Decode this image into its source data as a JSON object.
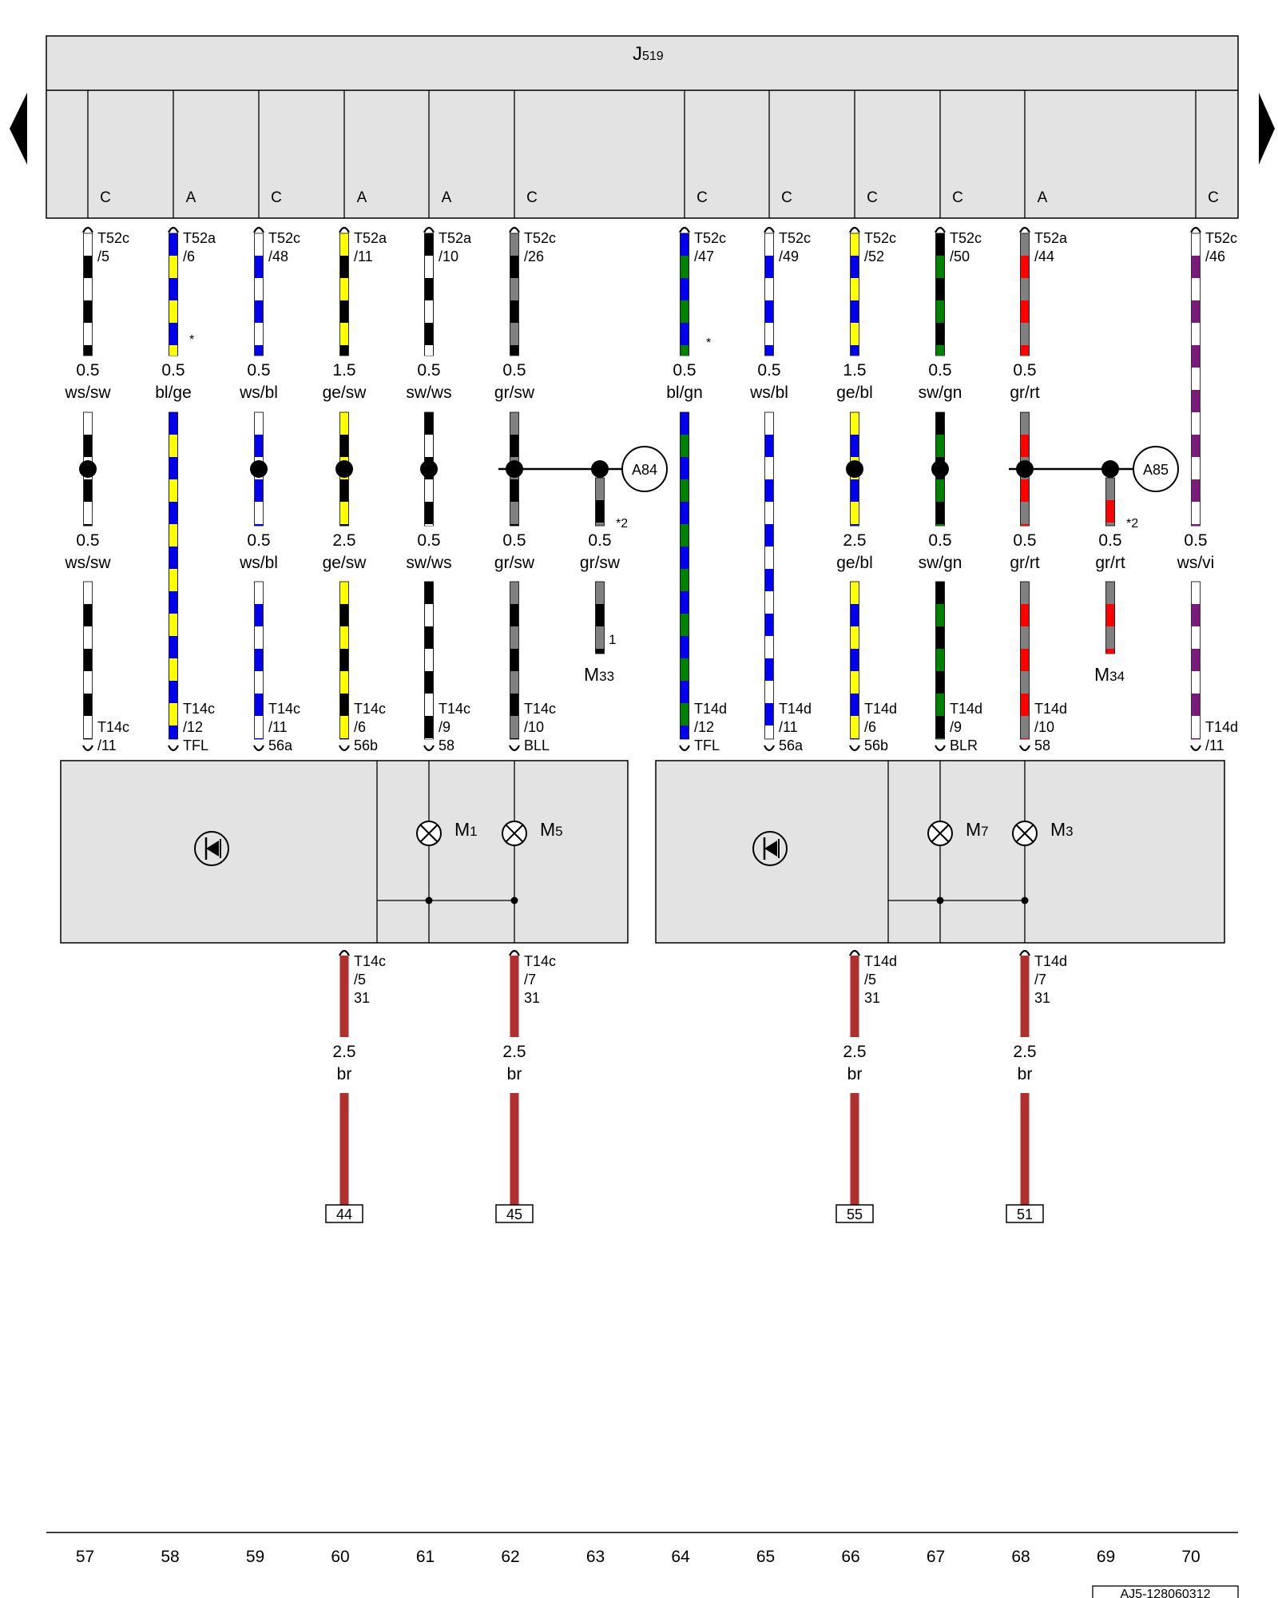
{
  "control_unit": {
    "label_main": "J",
    "label_sub": "519"
  },
  "nav": {
    "prev_icon": "left-triangle-icon",
    "next_icon": "right-triangle-icon"
  },
  "colors": {
    "ws": "#ffffff",
    "sw": "#000000",
    "bl": "#0000ee",
    "ge": "#ffff00",
    "gr": "#808080",
    "gn": "#008000",
    "rt": "#ff0000",
    "vi": "#7a1a7a",
    "br": "#b03030",
    "panel": "#e3e3e3"
  },
  "conn_top": [
    {
      "letter": "C",
      "pin1": "T52c",
      "pin2": "/5"
    },
    {
      "letter": "A",
      "pin1": "T52a",
      "pin2": "/6"
    },
    {
      "letter": "C",
      "pin1": "T52c",
      "pin2": "/48"
    },
    {
      "letter": "A",
      "pin1": "T52a",
      "pin2": "/11"
    },
    {
      "letter": "A",
      "pin1": "T52a",
      "pin2": "/10"
    },
    {
      "letter": "C",
      "pin1": "T52c",
      "pin2": "/26"
    },
    {
      "letter": "C",
      "pin1": "T52c",
      "pin2": "/47"
    },
    {
      "letter": "C",
      "pin1": "T52c",
      "pin2": "/49"
    },
    {
      "letter": "C",
      "pin1": "T52c",
      "pin2": "/52"
    },
    {
      "letter": "C",
      "pin1": "T52c",
      "pin2": "/50"
    },
    {
      "letter": "A",
      "pin1": "T52a",
      "pin2": "/44"
    },
    {
      "letter": "C",
      "pin1": "T52c",
      "pin2": "/46"
    }
  ],
  "wires_upper": [
    {
      "size": "0.5",
      "color": "ws/sw"
    },
    {
      "size": "0.5",
      "color": "bl/ge"
    },
    {
      "size": "0.5",
      "color": "ws/bl"
    },
    {
      "size": "1.5",
      "color": "ge/sw"
    },
    {
      "size": "0.5",
      "color": "sw/ws"
    },
    {
      "size": "0.5",
      "color": "gr/sw"
    },
    {
      "size": "0.5",
      "color": "bl/gn"
    },
    {
      "size": "0.5",
      "color": "ws/bl"
    },
    {
      "size": "1.5",
      "color": "ge/bl"
    },
    {
      "size": "0.5",
      "color": "sw/gn"
    },
    {
      "size": "0.5",
      "color": "gr/rt"
    }
  ],
  "wires_lower": [
    {
      "size": "0.5",
      "color": "ws/sw"
    },
    {
      "size": "0.5",
      "color": "ws/bl"
    },
    {
      "size": "2.5",
      "color": "ge/sw"
    },
    {
      "size": "0.5",
      "color": "sw/ws"
    },
    {
      "size": "0.5",
      "color": "gr/sw"
    },
    {
      "size": "0.5",
      "color": "gr/sw"
    },
    {
      "size": "2.5",
      "color": "ge/bl"
    },
    {
      "size": "0.5",
      "color": "sw/gn"
    },
    {
      "size": "0.5",
      "color": "gr/rt"
    },
    {
      "size": "0.5",
      "color": "gr/rt"
    },
    {
      "size": "0.5",
      "color": "ws/vi"
    }
  ],
  "marks": {
    "star": "*",
    "star2": "*2"
  },
  "splices": [
    "A84",
    "A85"
  ],
  "ground_points": [
    {
      "label": "M",
      "sub": "33",
      "pin": "1"
    },
    {
      "label": "M",
      "sub": "34"
    }
  ],
  "conn_light": [
    {
      "pin1": "T14c",
      "pin2": "/11",
      "pin3": ""
    },
    {
      "pin1": "T14c",
      "pin2": "/12",
      "pin3": "TFL"
    },
    {
      "pin1": "T14c",
      "pin2": "/11",
      "pin3": "56a"
    },
    {
      "pin1": "T14c",
      "pin2": "/6",
      "pin3": "56b"
    },
    {
      "pin1": "T14c",
      "pin2": "/9",
      "pin3": "58"
    },
    {
      "pin1": "T14c",
      "pin2": "/10",
      "pin3": "BLL"
    },
    {
      "pin1": "T14d",
      "pin2": "/12",
      "pin3": "TFL"
    },
    {
      "pin1": "T14d",
      "pin2": "/11",
      "pin3": "56a"
    },
    {
      "pin1": "T14d",
      "pin2": "/6",
      "pin3": "56b"
    },
    {
      "pin1": "T14d",
      "pin2": "/9",
      "pin3": "BLR"
    },
    {
      "pin1": "T14d",
      "pin2": "/10",
      "pin3": "58"
    },
    {
      "pin1": "T14d",
      "pin2": "/11",
      "pin3": ""
    }
  ],
  "bulbs": [
    {
      "label": "M",
      "sub": "1"
    },
    {
      "label": "M",
      "sub": "5"
    },
    {
      "label": "M",
      "sub": "7"
    },
    {
      "label": "M",
      "sub": "3"
    }
  ],
  "ground_conn": [
    {
      "pin1": "T14c",
      "pin2": "/5",
      "pin3": "31"
    },
    {
      "pin1": "T14c",
      "pin2": "/7",
      "pin3": "31"
    },
    {
      "pin1": "T14d",
      "pin2": "/5",
      "pin3": "31"
    },
    {
      "pin1": "T14d",
      "pin2": "/7",
      "pin3": "31"
    }
  ],
  "ground_wires": [
    {
      "size": "2.5",
      "color": "br"
    },
    {
      "size": "2.5",
      "color": "br"
    },
    {
      "size": "2.5",
      "color": "br"
    },
    {
      "size": "2.5",
      "color": "br"
    }
  ],
  "ground_refs": [
    "44",
    "45",
    "55",
    "51"
  ],
  "tracks": [
    "57",
    "58",
    "59",
    "60",
    "61",
    "62",
    "63",
    "64",
    "65",
    "66",
    "67",
    "68",
    "69",
    "70"
  ],
  "doc_id": "AJ5-128060312"
}
